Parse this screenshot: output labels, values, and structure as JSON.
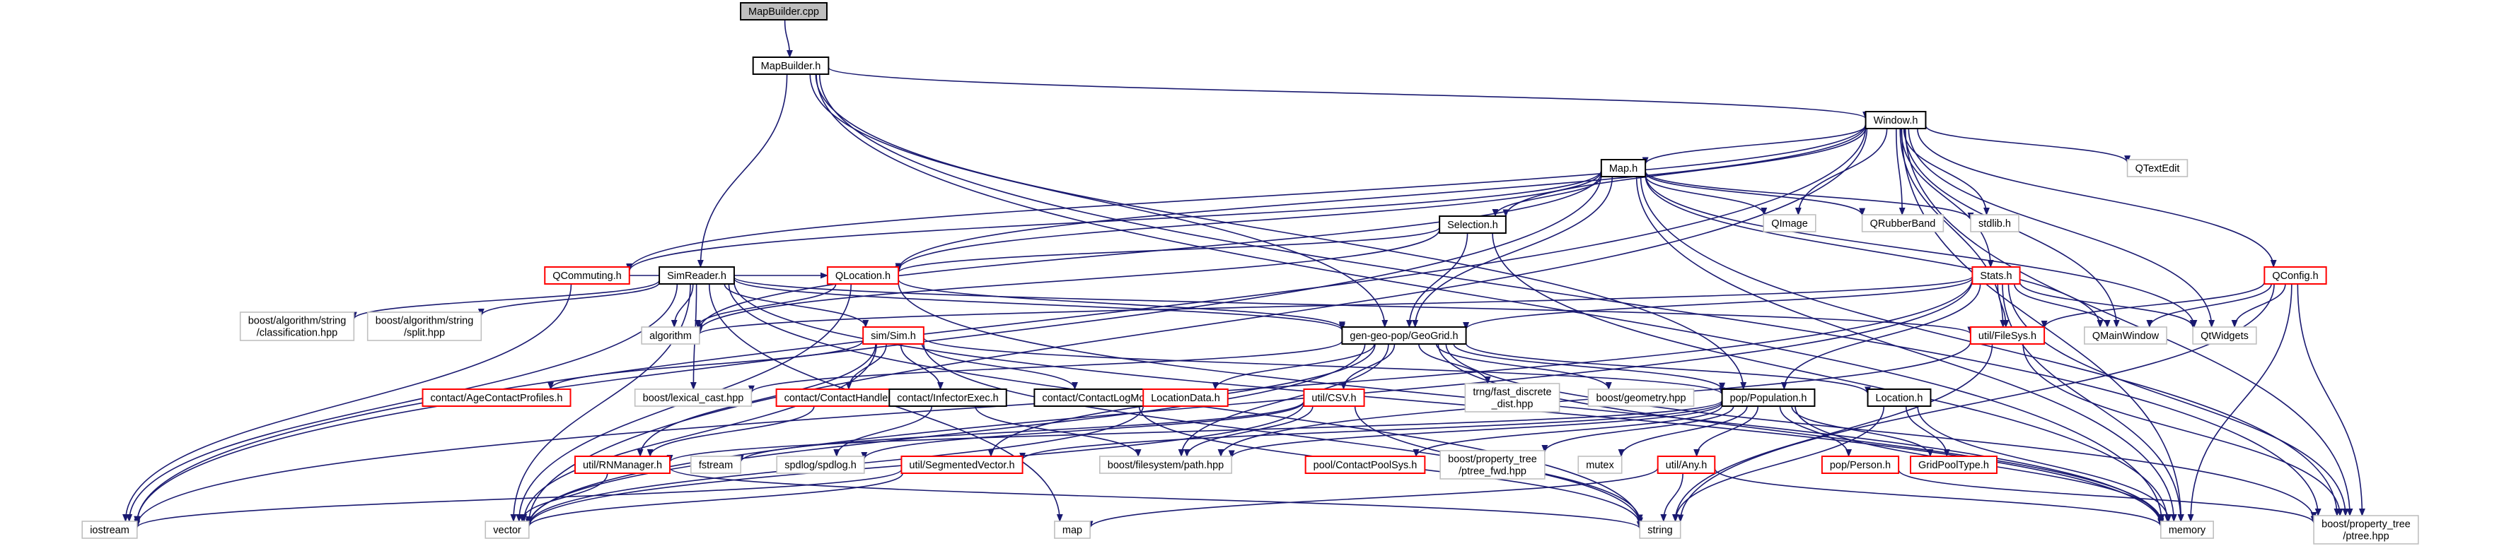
{
  "nodes": [
    {
      "id": "root",
      "label": "MapBuilder.cpp",
      "style": "root"
    },
    {
      "id": "mbh",
      "label": "MapBuilder.h",
      "style": "doc"
    },
    {
      "id": "win",
      "label": "Window.h",
      "style": "doc"
    },
    {
      "id": "qtext",
      "label": "QTextEdit",
      "style": "plain"
    },
    {
      "id": "maph",
      "label": "Map.h",
      "style": "doc"
    },
    {
      "id": "qimg",
      "label": "QImage",
      "style": "plain"
    },
    {
      "id": "qrub",
      "label": "QRubberBand",
      "style": "plain"
    },
    {
      "id": "stdlib",
      "label": "stdlib.h",
      "style": "plain"
    },
    {
      "id": "sel",
      "label": "Selection.h",
      "style": "doc"
    },
    {
      "id": "qcomm",
      "label": "QCommuting.h",
      "style": "red"
    },
    {
      "id": "simr",
      "label": "SimReader.h",
      "style": "doc"
    },
    {
      "id": "qloc",
      "label": "QLocation.h",
      "style": "red"
    },
    {
      "id": "stats",
      "label": "Stats.h",
      "style": "red"
    },
    {
      "id": "qconf",
      "label": "QConfig.h",
      "style": "red"
    },
    {
      "id": "bac",
      "label": [
        "boost/algorithm/string",
        "/classification.hpp"
      ],
      "style": "plain"
    },
    {
      "id": "bas",
      "label": [
        "boost/algorithm/string",
        "/split.hpp"
      ],
      "style": "plain"
    },
    {
      "id": "algo",
      "label": "algorithm",
      "style": "plain"
    },
    {
      "id": "gg",
      "label": "gen-geo-pop/GeoGrid.h",
      "style": "doc"
    },
    {
      "id": "fsys",
      "label": "util/FileSys.h",
      "style": "red"
    },
    {
      "id": "qmw",
      "label": "QMainWindow",
      "style": "plain"
    },
    {
      "id": "qw",
      "label": "QtWidgets",
      "style": "plain"
    },
    {
      "id": "sim",
      "label": "sim/Sim.h",
      "style": "red"
    },
    {
      "id": "acp",
      "label": "contact/AgeContactProfiles.h",
      "style": "red"
    },
    {
      "id": "blc",
      "label": "boost/lexical_cast.hpp",
      "style": "plain"
    },
    {
      "id": "ch",
      "label": "contact/ContactHandler.h",
      "style": "red"
    },
    {
      "id": "ie",
      "label": "contact/InfectorExec.h",
      "style": "doc"
    },
    {
      "id": "clm",
      "label": "contact/ContactLogMode.h",
      "style": "doc"
    },
    {
      "id": "ld",
      "label": "LocationData.h",
      "style": "red"
    },
    {
      "id": "csv",
      "label": "util/CSV.h",
      "style": "red"
    },
    {
      "id": "trng",
      "label": [
        "trng/fast_discrete",
        "_dist.hpp"
      ],
      "style": "plain"
    },
    {
      "id": "bgeo",
      "label": "boost/geometry.hpp",
      "style": "plain"
    },
    {
      "id": "pop",
      "label": "pop/Population.h",
      "style": "doc"
    },
    {
      "id": "loc",
      "label": "Location.h",
      "style": "doc"
    },
    {
      "id": "rnm",
      "label": "util/RNManager.h",
      "style": "red"
    },
    {
      "id": "fstr",
      "label": "fstream",
      "style": "plain"
    },
    {
      "id": "spd",
      "label": "spdlog/spdlog.h",
      "style": "plain"
    },
    {
      "id": "segv",
      "label": "util/SegmentedVector.h",
      "style": "red"
    },
    {
      "id": "bfp",
      "label": "boost/filesystem/path.hpp",
      "style": "plain"
    },
    {
      "id": "pcps",
      "label": "pool/ContactPoolSys.h",
      "style": "red"
    },
    {
      "id": "bptf",
      "label": [
        "boost/property_tree",
        "/ptree_fwd.hpp"
      ],
      "style": "plain"
    },
    {
      "id": "mutex",
      "label": "mutex",
      "style": "plain"
    },
    {
      "id": "any",
      "label": "util/Any.h",
      "style": "red"
    },
    {
      "id": "gpt",
      "label": "GridPoolType.h",
      "style": "red"
    },
    {
      "id": "pers",
      "label": "pop/Person.h",
      "style": "red"
    },
    {
      "id": "ios",
      "label": "iostream",
      "style": "plain"
    },
    {
      "id": "vec",
      "label": "vector",
      "style": "plain"
    },
    {
      "id": "map",
      "label": "map",
      "style": "plain"
    },
    {
      "id": "str",
      "label": "string",
      "style": "plain"
    },
    {
      "id": "mem",
      "label": "memory",
      "style": "plain"
    },
    {
      "id": "bpt",
      "label": [
        "boost/property_tree",
        "/ptree.hpp"
      ],
      "style": "plain"
    }
  ],
  "edges": [
    [
      "root",
      "mbh"
    ],
    [
      "mbh",
      "win"
    ],
    [
      "mbh",
      "simr"
    ],
    [
      "mbh",
      "gg"
    ],
    [
      "mbh",
      "pop"
    ],
    [
      "mbh",
      "mem"
    ],
    [
      "mbh",
      "bpt"
    ],
    [
      "win",
      "qtext"
    ],
    [
      "win",
      "maph"
    ],
    [
      "win",
      "qimg"
    ],
    [
      "win",
      "qrub"
    ],
    [
      "win",
      "stdlib"
    ],
    [
      "win",
      "sel"
    ],
    [
      "win",
      "qcomm"
    ],
    [
      "win",
      "qloc"
    ],
    [
      "win",
      "stats"
    ],
    [
      "win",
      "qconf"
    ],
    [
      "win",
      "qmw"
    ],
    [
      "win",
      "qw"
    ],
    [
      "win",
      "fsys"
    ],
    [
      "win",
      "ios"
    ],
    [
      "win",
      "vec"
    ],
    [
      "win",
      "mem"
    ],
    [
      "win",
      "bpt"
    ],
    [
      "maph",
      "qimg"
    ],
    [
      "maph",
      "qrub"
    ],
    [
      "maph",
      "stdlib"
    ],
    [
      "maph",
      "sel"
    ],
    [
      "maph",
      "qcomm"
    ],
    [
      "maph",
      "qloc"
    ],
    [
      "maph",
      "gg"
    ],
    [
      "maph",
      "qmw"
    ],
    [
      "maph",
      "qw"
    ],
    [
      "maph",
      "algo"
    ],
    [
      "maph",
      "ios"
    ],
    [
      "maph",
      "mem"
    ],
    [
      "maph",
      "bpt"
    ],
    [
      "sel",
      "qloc"
    ],
    [
      "sel",
      "algo"
    ],
    [
      "sel",
      "gg"
    ],
    [
      "sel",
      "mem"
    ],
    [
      "qcomm",
      "qloc"
    ],
    [
      "qcomm",
      "ios"
    ],
    [
      "qloc",
      "algo"
    ],
    [
      "qloc",
      "gg"
    ],
    [
      "qloc",
      "vec"
    ],
    [
      "qloc",
      "mem"
    ],
    [
      "simr",
      "bac"
    ],
    [
      "simr",
      "bas"
    ],
    [
      "simr",
      "algo"
    ],
    [
      "simr",
      "gg"
    ],
    [
      "simr",
      "sim"
    ],
    [
      "simr",
      "blc"
    ],
    [
      "simr",
      "fsys"
    ],
    [
      "simr",
      "ios"
    ],
    [
      "simr",
      "vec"
    ],
    [
      "simr",
      "map"
    ],
    [
      "simr",
      "mem"
    ],
    [
      "simr",
      "str"
    ],
    [
      "stats",
      "gg"
    ],
    [
      "stats",
      "fsys"
    ],
    [
      "stats",
      "pop"
    ],
    [
      "stats",
      "qmw"
    ],
    [
      "stats",
      "qw"
    ],
    [
      "stats",
      "algo"
    ],
    [
      "stats",
      "ios"
    ],
    [
      "stats",
      "vec"
    ],
    [
      "stats",
      "mem"
    ],
    [
      "stats",
      "bpt"
    ],
    [
      "qconf",
      "fsys"
    ],
    [
      "qconf",
      "qmw"
    ],
    [
      "qconf",
      "qw"
    ],
    [
      "qconf",
      "str"
    ],
    [
      "qconf",
      "mem"
    ],
    [
      "qconf",
      "bpt"
    ],
    [
      "fsys",
      "bfp"
    ],
    [
      "fsys",
      "str"
    ],
    [
      "fsys",
      "bpt"
    ],
    [
      "sim",
      "acp"
    ],
    [
      "sim",
      "ch"
    ],
    [
      "sim",
      "ie"
    ],
    [
      "sim",
      "clm"
    ],
    [
      "sim",
      "rnm"
    ],
    [
      "sim",
      "pop"
    ],
    [
      "sim",
      "vec"
    ],
    [
      "sim",
      "str"
    ],
    [
      "ch",
      "rnm"
    ],
    [
      "ie",
      "spd"
    ],
    [
      "ie",
      "bfp"
    ],
    [
      "clm",
      "str"
    ],
    [
      "ld",
      "vec"
    ],
    [
      "gg",
      "ld"
    ],
    [
      "gg",
      "csv"
    ],
    [
      "gg",
      "trng"
    ],
    [
      "gg",
      "bgeo"
    ],
    [
      "gg",
      "pop"
    ],
    [
      "gg",
      "loc"
    ],
    [
      "gg",
      "blc"
    ],
    [
      "gg",
      "vec"
    ],
    [
      "gg",
      "mem"
    ],
    [
      "gg",
      "bfp"
    ],
    [
      "gg",
      "segv"
    ],
    [
      "gg",
      "bpt"
    ],
    [
      "csv",
      "fstr"
    ],
    [
      "csv",
      "bfp"
    ],
    [
      "csv",
      "spd"
    ],
    [
      "csv",
      "vec"
    ],
    [
      "csv",
      "str"
    ],
    [
      "loc",
      "gpt"
    ],
    [
      "loc",
      "str"
    ],
    [
      "loc",
      "mem"
    ],
    [
      "pop",
      "rnm"
    ],
    [
      "pop",
      "pcps"
    ],
    [
      "pop",
      "bptf"
    ],
    [
      "pop",
      "mutex"
    ],
    [
      "pop",
      "any"
    ],
    [
      "pop",
      "gpt"
    ],
    [
      "pop",
      "pers"
    ],
    [
      "pop",
      "segv"
    ],
    [
      "pop",
      "bfp"
    ],
    [
      "pop",
      "mem"
    ],
    [
      "rnm",
      "vec"
    ],
    [
      "rnm",
      "str"
    ],
    [
      "segv",
      "ios"
    ],
    [
      "segv",
      "vec"
    ],
    [
      "any",
      "map"
    ],
    [
      "any",
      "str"
    ],
    [
      "any",
      "mem"
    ],
    [
      "pers",
      "bpt"
    ]
  ]
}
